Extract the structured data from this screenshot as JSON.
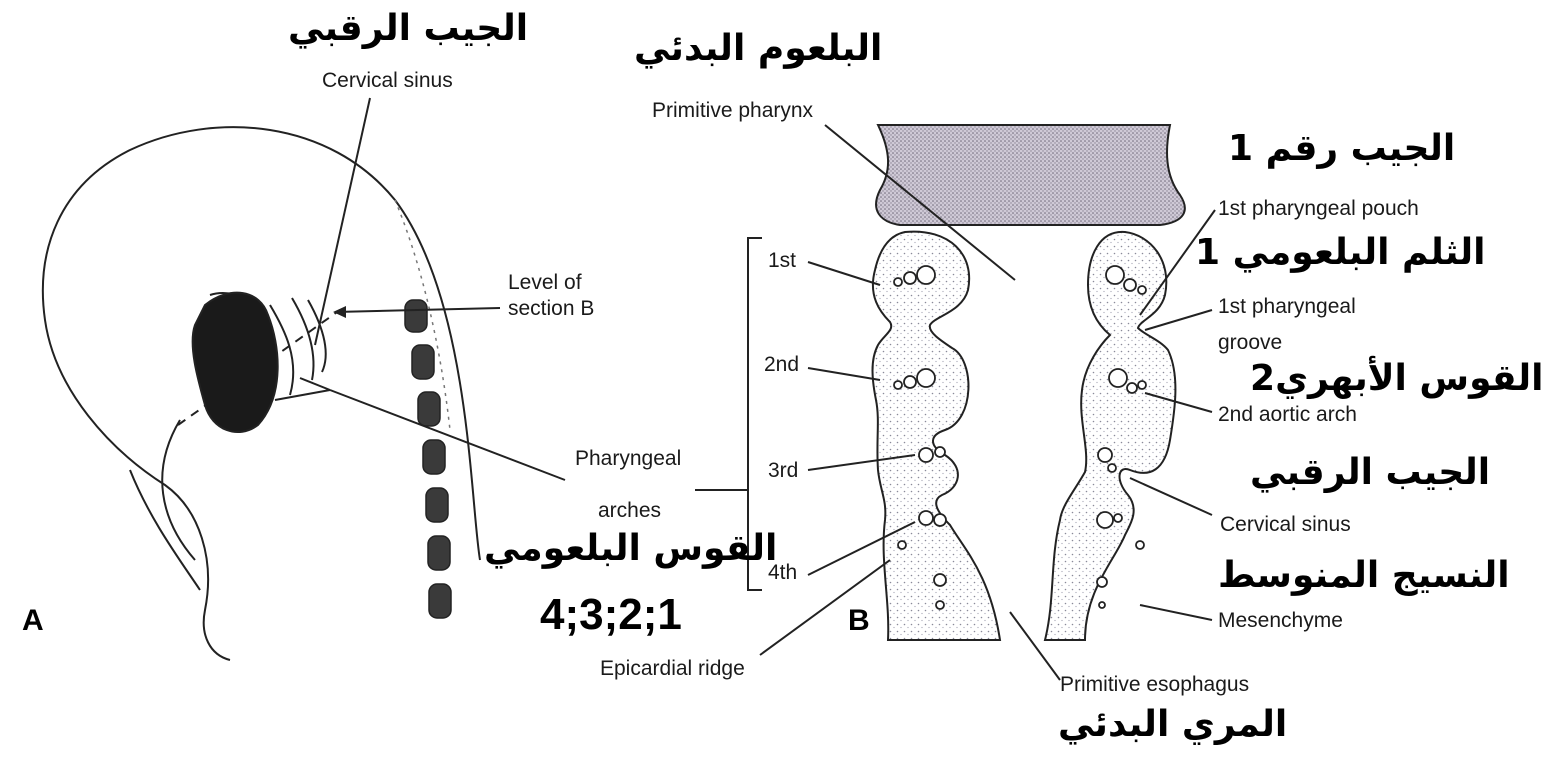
{
  "panels": {
    "a": "A",
    "b": "B"
  },
  "english": {
    "cervical_sinus_a": "Cervical sinus",
    "level_of_section_line1": "Level of",
    "level_of_section_line2": "section B",
    "pharyngeal_arches_line1": "Pharyngeal",
    "pharyngeal_arches_line2": "arches",
    "primitive_pharynx": "Primitive pharynx",
    "arch_1st": "1st",
    "arch_2nd": "2nd",
    "arch_3rd": "3rd",
    "arch_4th": "4th",
    "first_pouch": "1st pharyngeal pouch",
    "first_groove_line1": "1st pharyngeal",
    "first_groove_line2": "groove",
    "second_aortic_arch": "2nd aortic arch",
    "cervical_sinus_b": "Cervical sinus",
    "mesenchyme": "Mesenchyme",
    "epicardial_ridge": "Epicardial ridge",
    "primitive_esophagus": "Primitive esophagus"
  },
  "arabic": {
    "cervical_sinus_a": "الجيب الرقبي",
    "primitive_pharynx": "البلعوم البدئي",
    "pouch_1": "الجيب رقم 1",
    "groove_1": "الثلم البلعومي 1",
    "aortic_arch_2": "القوس الأبهري2",
    "cervical_sinus_b": "الجيب الرقبي",
    "mesenchyme": "النسيج المنوسط",
    "pharyngeal_arch": "القوس البلعومي",
    "arch_numbers": "4;3;2;1",
    "primitive_esophagus": "المري البدئي"
  }
}
